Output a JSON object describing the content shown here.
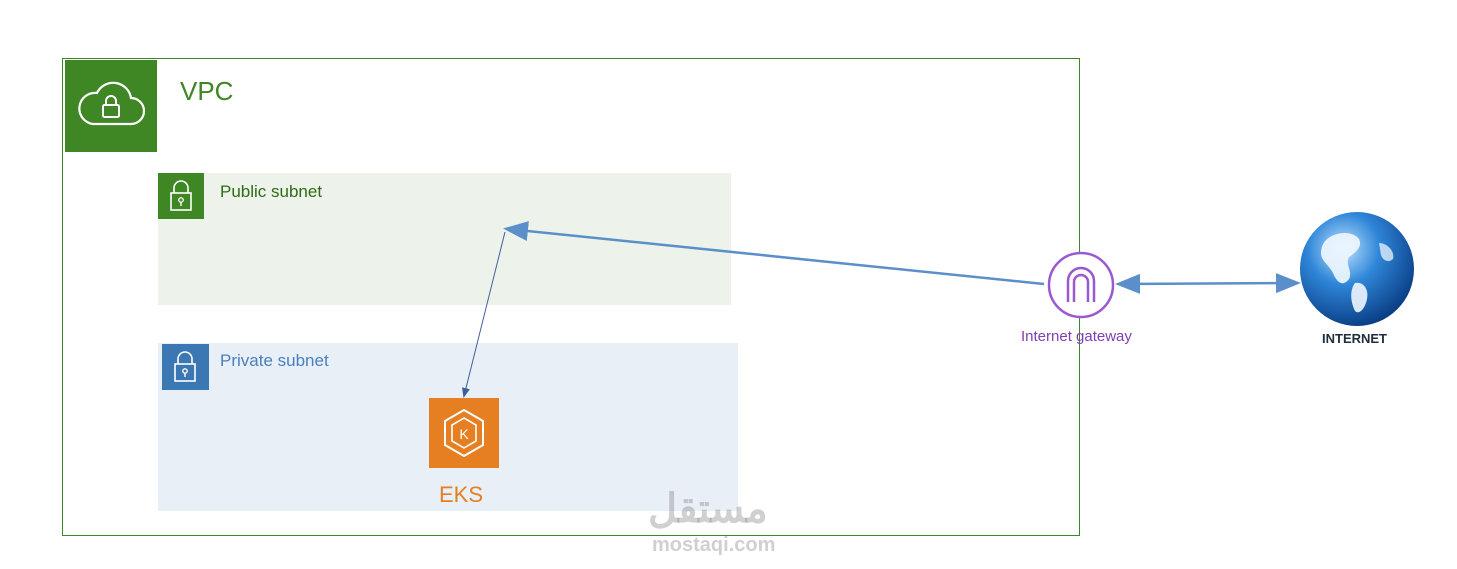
{
  "vpc": {
    "label": "VPC"
  },
  "public_subnet": {
    "label": "Public subnet"
  },
  "private_subnet": {
    "label": "Private subnet"
  },
  "eks": {
    "label": "EKS",
    "icon_letter": "K"
  },
  "internet_gateway": {
    "label": "Internet gateway"
  },
  "internet": {
    "label": "INTERNET"
  },
  "watermark": {
    "arabic": "مستقل",
    "latin": "mostaqi.com"
  },
  "colors": {
    "vpc_green": "#3f8624",
    "public_bg": "#edf3ea",
    "private_blue": "#3b77b3",
    "private_bg": "#e8eff6",
    "eks_orange": "#e67e22",
    "igw_purple": "#7d3fb5",
    "arrow_blue": "#5b8fc9"
  },
  "icons": {
    "vpc": "cloud-lock-icon",
    "public_subnet": "lock-icon",
    "private_subnet": "lock-icon",
    "eks": "kubernetes-hex-icon",
    "internet_gateway": "gateway-arch-icon",
    "internet": "globe-icon"
  }
}
